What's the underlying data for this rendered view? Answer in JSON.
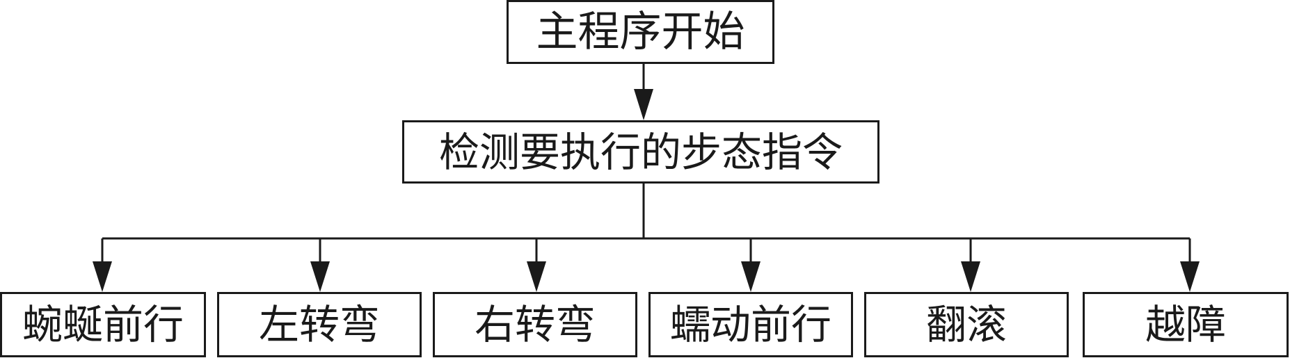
{
  "diagram": {
    "root": {
      "label": "主程序开始"
    },
    "detector": {
      "label": "检测要执行的步态指令"
    },
    "gaits": [
      {
        "label": "蜿蜒前行"
      },
      {
        "label": "左转弯"
      },
      {
        "label": "右转弯"
      },
      {
        "label": "蠕动前行"
      },
      {
        "label": "翻滚"
      },
      {
        "label": "越障"
      }
    ],
    "line_color": "#1a1a1a"
  }
}
